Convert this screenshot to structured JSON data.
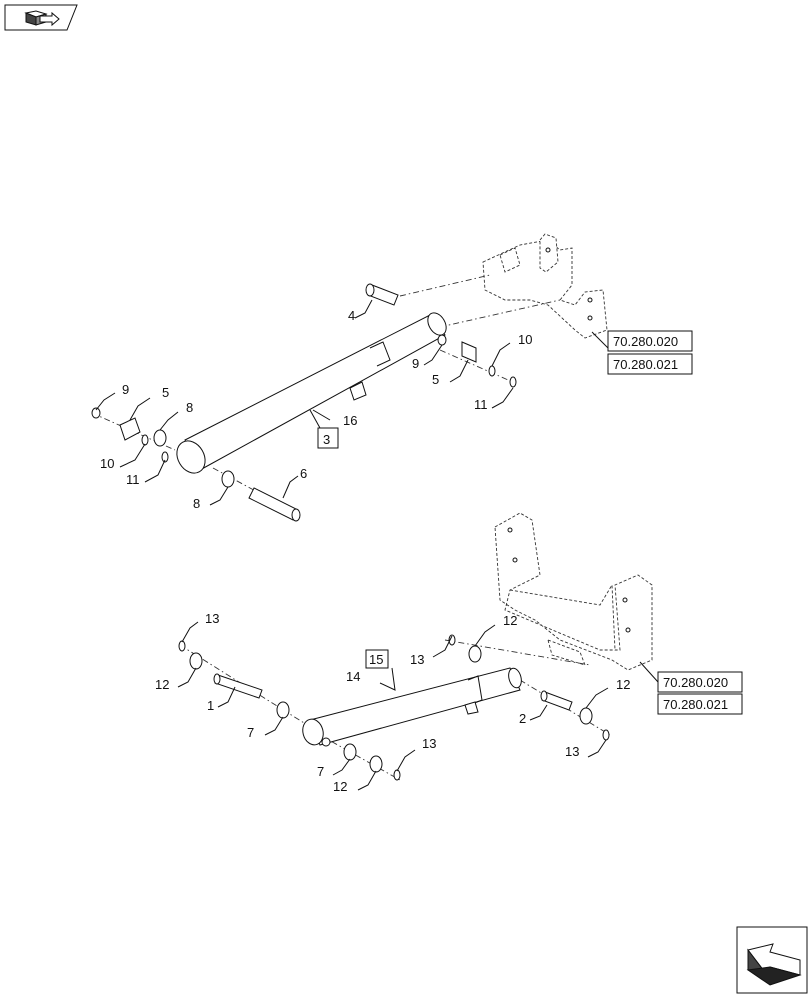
{
  "top_assembly": {
    "labels": [
      "9",
      "5",
      "8",
      "10",
      "11",
      "16",
      "3",
      "6",
      "8",
      "4",
      "9",
      "5",
      "10",
      "11"
    ],
    "refs": [
      "70.280.020",
      "70.280.021"
    ]
  },
  "bottom_assembly": {
    "labels": [
      "13",
      "12",
      "1",
      "7",
      "15",
      "14",
      "13",
      "12",
      "7",
      "12",
      "13",
      "2",
      "12",
      "13"
    ],
    "refs": [
      "70.280.020",
      "70.280.021"
    ]
  },
  "icons": {
    "top_left": "book-arrow-icon",
    "bottom_right": "next-page-arrow-icon"
  }
}
